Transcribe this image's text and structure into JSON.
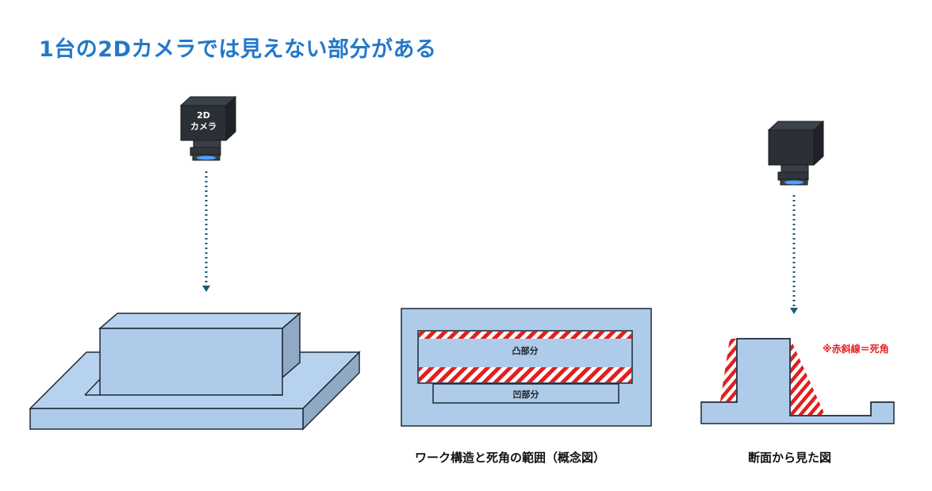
{
  "title": "1台の2Dカメラでは見えない部分がある",
  "camera_left": {
    "line1": "2D",
    "line2": "カメラ"
  },
  "concept": {
    "convex_label": "凸部分",
    "concave_label": "凹部分",
    "caption": "ワーク構造と死角の範囲（概念図）"
  },
  "section": {
    "note": "※赤斜線＝死角",
    "caption": "断面から見た図"
  },
  "colors": {
    "title": "#2478c9",
    "box_fill": "#aecbea",
    "box_side": "#8fa9c6",
    "outline": "#1f2a36",
    "camera_body": "#2b2f36",
    "dotted_line": "#1d5a7a",
    "hatch_red": "#e02020"
  }
}
